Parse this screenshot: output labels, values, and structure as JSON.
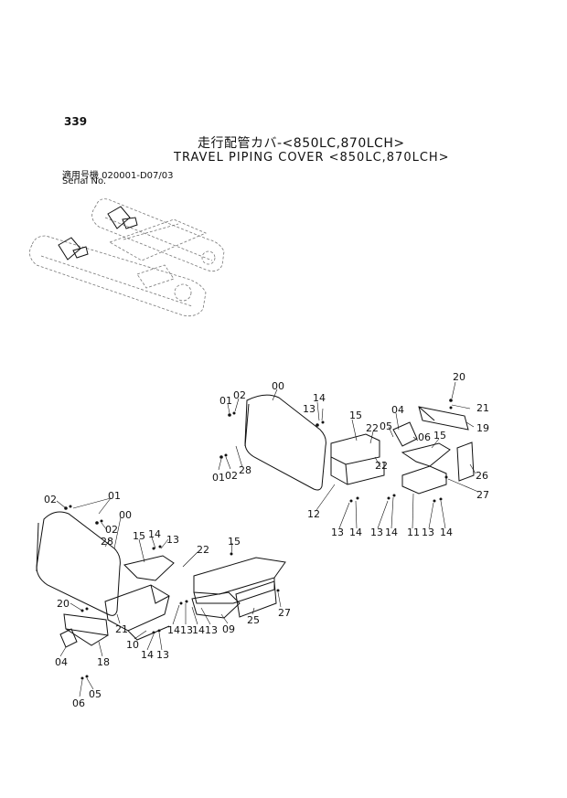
{
  "header": {
    "page_number": "339",
    "title_jp": "走行配管カバ-<850LC,870LCH>",
    "title_en": "TRAVEL PIPING COVER <850LC,870LCH>",
    "serial_jp": "適用号機 020001-D07/03",
    "serial_en": "Serial No."
  },
  "callouts": {
    "r00": "00",
    "r01a": "01",
    "r02a": "02",
    "r01b": "01",
    "r02b": "02",
    "r28": "28",
    "r14a": "14",
    "r13a": "13",
    "r15a": "15",
    "r22a": "22",
    "r04": "04",
    "r05": "05",
    "r06": "06",
    "r15b": "15",
    "r22b": "22",
    "r20": "20",
    "r21": "21",
    "r19": "19",
    "r26": "26",
    "r27": "27",
    "r12": "12",
    "r13b": "13",
    "r14b": "14",
    "r13c": "13",
    "r14c": "14",
    "r11": "11",
    "r13d": "13",
    "r14d": "14",
    "l02a": "02",
    "l01a": "01",
    "l02b": "02",
    "l00": "00",
    "l28": "28",
    "l15a": "15",
    "l14a": "14",
    "l13a": "13",
    "l22": "22",
    "l15b": "15",
    "l20": "20",
    "l21": "21",
    "l27": "27",
    "l25": "25",
    "l09": "09",
    "l14b": "14",
    "l13b": "13",
    "l14c": "14",
    "l13c": "13",
    "l10": "10",
    "l14d": "14",
    "l13d": "13",
    "l04": "04",
    "l18": "18",
    "l06": "06",
    "l05": "05"
  }
}
